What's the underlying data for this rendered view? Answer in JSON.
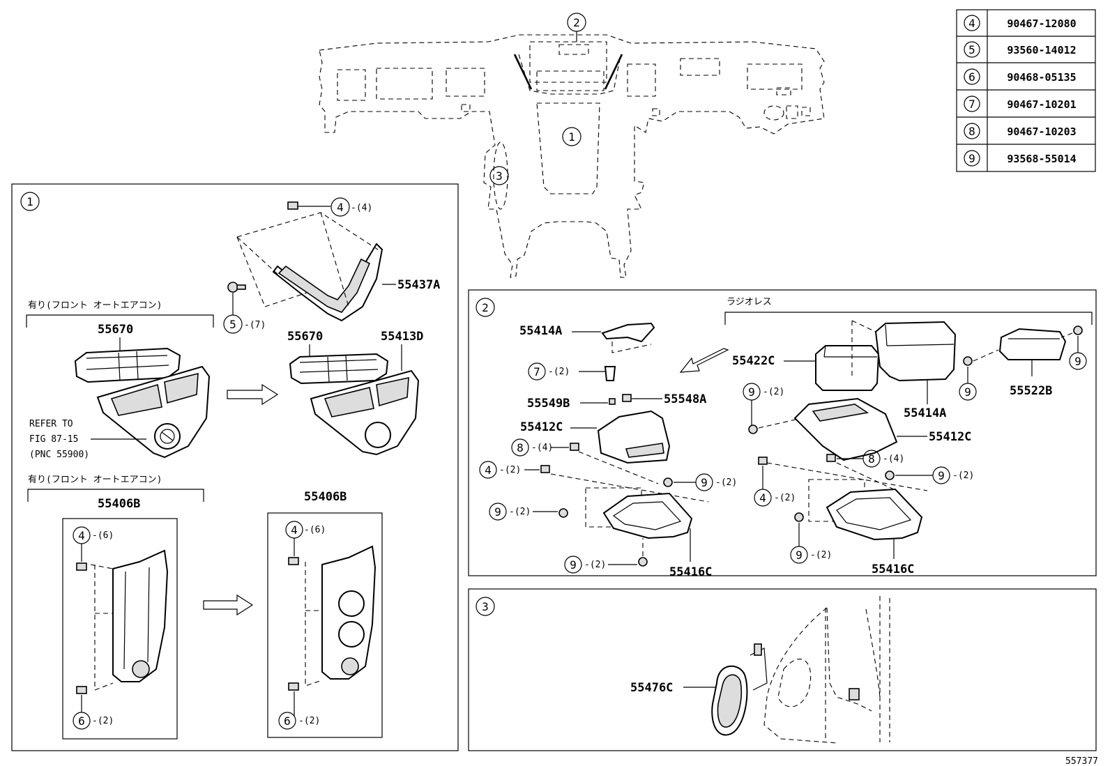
{
  "parts_table": [
    {
      "ref": "4",
      "part_no": "90467-12080"
    },
    {
      "ref": "5",
      "part_no": "93560-14012"
    },
    {
      "ref": "6",
      "part_no": "90468-05135"
    },
    {
      "ref": "7",
      "part_no": "90467-10201"
    },
    {
      "ref": "8",
      "part_no": "90467-10203"
    },
    {
      "ref": "9",
      "part_no": "93568-55014"
    }
  ],
  "overview": {
    "callout_1": "1",
    "callout_2": "2",
    "callout_3": "3"
  },
  "box1": {
    "id": "1",
    "clip_4": "4",
    "clip_4_qty": "-(4)",
    "screw_5": "5",
    "screw_5_qty": "-(7)",
    "label_55437A": "55437A",
    "note_top": "有り(フロント オートエアコン)",
    "label_55670_left": "55670",
    "label_55670_right": "55670",
    "label_55413D": "55413D",
    "refer_line1": "REFER TO",
    "refer_line2": "FIG 87-15",
    "refer_line3": "(PNC 55900)",
    "note_bottom": "有り(フロント オートエアコン)",
    "label_55406B_left": "55406B",
    "label_55406B_right": "55406B",
    "clip_4_left": "4",
    "clip_4_left_qty": "-(6)",
    "clip_6_left": "6",
    "clip_6_left_qty": "-(2)",
    "clip_4_right": "4",
    "clip_4_right_qty": "-(6)",
    "clip_6_right": "6",
    "clip_6_right_qty": "-(2)"
  },
  "box2": {
    "id": "2",
    "note": "ラジオレス",
    "label_55414A_top": "55414A",
    "clip_7": "7",
    "clip_7_qty": "-(2)",
    "label_55549B": "55549B",
    "label_55548A": "55548A",
    "label_55412C_left": "55412C",
    "clip_8_left": "8",
    "clip_8_left_qty": "-(4)",
    "clip_4_left": "4",
    "clip_4_left_qty": "-(2)",
    "screw_9_a": "9",
    "screw_9_a_qty": "-(2)",
    "screw_9_b": "9",
    "screw_9_b_qty": "-(2)",
    "screw_9_c": "9",
    "screw_9_c_qty": "-(2)",
    "label_55416C_left": "55416C",
    "label_55422C": "55422C",
    "label_55414A_right": "55414A",
    "label_55522B": "55522B",
    "screw_9_d": "9",
    "screw_9_e": "9",
    "screw_9_f": "9",
    "screw_9_f_qty": "-(2)",
    "label_55412C_right": "55412C",
    "clip_8_right": "8",
    "clip_8_right_qty": "-(4)",
    "clip_4_right": "4",
    "clip_4_right_qty": "-(2)",
    "screw_9_g": "9",
    "screw_9_g_qty": "-(2)",
    "screw_9_h": "9",
    "screw_9_h_qty": "-(2)",
    "label_55416C_right": "55416C"
  },
  "box3": {
    "id": "3",
    "label_55476C": "55476C"
  },
  "footer": {
    "illustration_no": "557377"
  }
}
